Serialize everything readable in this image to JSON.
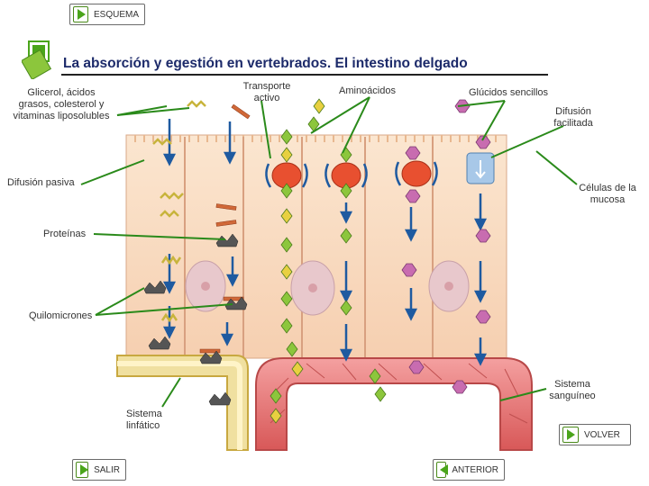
{
  "nav": {
    "top_label": "ESQUEMA",
    "back_label": "VOLVER",
    "exit_label": "SALIR",
    "prev_label": "ANTERIOR"
  },
  "title": "La absorción  y egestión en vertebrados. El intestino delgado",
  "labels": {
    "glicerol": [
      "Glicerol,  ácidos",
      "grasos, colesterol y",
      "vitaminas liposolubles"
    ],
    "transporte": [
      "Transporte",
      "activo"
    ],
    "aminoacidos": "Aminoácidos",
    "glucidos": "Glúcidos sencillos",
    "difusion_facilitada": [
      "Difusión",
      "facilitada"
    ],
    "difusion_pasiva": "Difusión pasiva",
    "celulas": [
      "Células de la",
      "mucosa"
    ],
    "proteinas": "Proteínas",
    "quilomicrones": "Quilomicrones",
    "sanguineo": [
      "Sistema",
      "sanguíneo"
    ],
    "linfatico": [
      "Sistema",
      "linfático"
    ]
  },
  "colors": {
    "accent_green": "#4aa51a",
    "title": "#1c2a6a",
    "cell": "#f9dcc0",
    "nucleus": "#e8c8cc",
    "blood": "#e88080",
    "lymph": "#f0e0a0",
    "aminoacid": "#8cc63c",
    "glucide": "#c86cb0",
    "carrier": "#e85030",
    "arrow": "#1e5aa0",
    "lipid": "#c8b43c",
    "protein": "#d06838"
  },
  "icons": [
    "play-right-icon",
    "play-left-icon",
    "green-square-icon"
  ]
}
